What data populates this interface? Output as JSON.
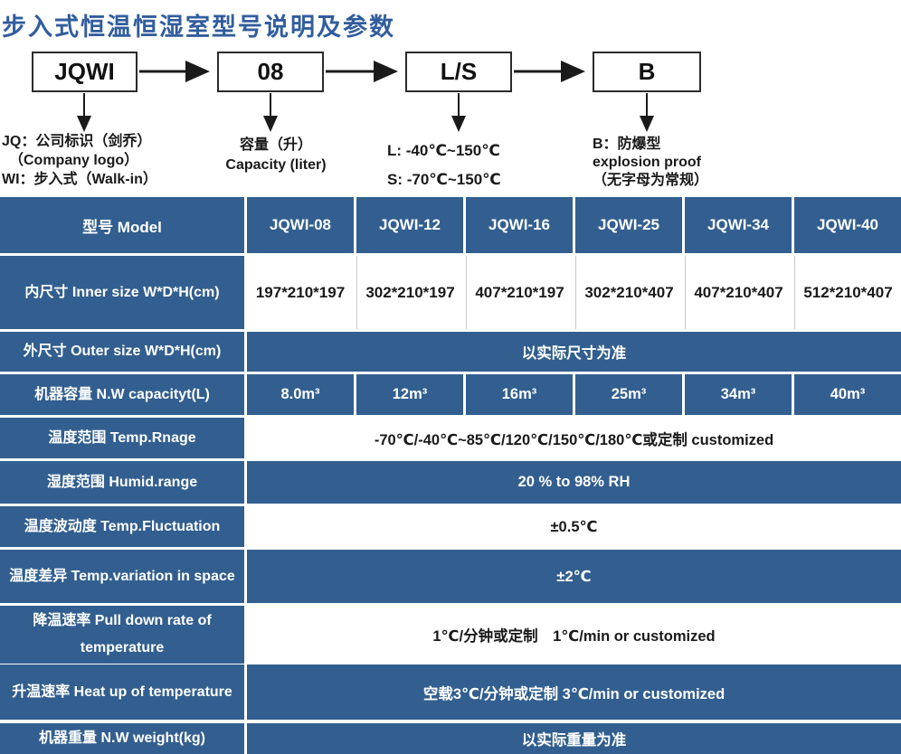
{
  "title": "步入式恒温恒湿室型号说明及参数",
  "diagram": {
    "boxes": [
      {
        "label": "JQWI",
        "note_lines": [
          "JQ：公司标识（剑乔）",
          "（Company logo）",
          "WI：步入式（Walk-in）"
        ]
      },
      {
        "label": "08",
        "note_lines": [
          "容量（升）",
          "Capacity (liter)"
        ]
      },
      {
        "label": "L/S",
        "note_lines": [
          "L: -40℃~150℃",
          "S: -70℃~150℃"
        ]
      },
      {
        "label": "B",
        "note_lines": [
          "B：防爆型",
          "explosion proof",
          "（无字母为常规）"
        ]
      }
    ]
  },
  "colors": {
    "table_blue": "#325f8f",
    "title_blue": "#315d9d"
  },
  "table": {
    "header": {
      "label": "型号 Model",
      "models": [
        "JQWI-08",
        "JQWI-12",
        "JQWI-16",
        "JQWI-25",
        "JQWI-34",
        "JQWI-40"
      ]
    },
    "inner_size": {
      "label": "内尺寸 Inner size W*D*H(cm)",
      "values": [
        "197*210*197",
        "302*210*197",
        "407*210*197",
        "302*210*407",
        "407*210*407",
        "512*210*407"
      ]
    },
    "outer_size": {
      "label": "外尺寸 Outer size W*D*H(cm)",
      "value": "以实际尺寸为准"
    },
    "capacity": {
      "label": "机器容量 N.W capacityt(L)",
      "values": [
        "8.0m³",
        "12m³",
        "16m³",
        "25m³",
        "34m³",
        "40m³"
      ]
    },
    "temp_range": {
      "label": "温度范围 Temp.Rnage",
      "value": "-70℃/-40℃~85℃/120℃/150℃/180℃或定制 customized"
    },
    "humidity_range": {
      "label": "湿度范围 Humid.range",
      "value": "20 % to 98% RH"
    },
    "temp_fluctuation": {
      "label": "温度波动度 Temp.Fluctuation",
      "value": "±0.5℃"
    },
    "temp_variation": {
      "label": "温度差异 Temp.variation in space",
      "value": "±2℃"
    },
    "pull_down_rate": {
      "label": "降温速率 Pull down rate of temperature",
      "value": "1℃/分钟或定制　1℃/min or customized"
    },
    "heat_up_rate": {
      "label": "升温速率 Heat up of temperature",
      "value": "空载3℃/分钟或定制 3℃/min or customized"
    },
    "weight": {
      "label": "机器重量 N.W weight(kg)",
      "value": "以实际重量为准"
    }
  }
}
